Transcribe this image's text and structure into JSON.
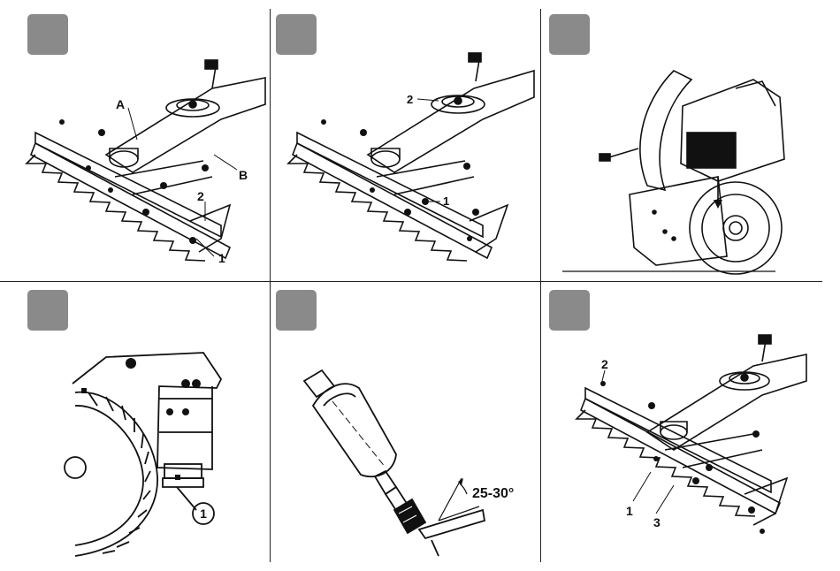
{
  "panels": [
    {
      "callouts": {
        "a": "A",
        "b": "B",
        "n2": "2",
        "n1": "1"
      }
    },
    {
      "callouts": {
        "n2": "2",
        "n1": "1"
      }
    },
    {
      "callouts": {}
    },
    {
      "callouts": {
        "c1": "1"
      }
    },
    {
      "callouts": {
        "angle": "25-30°"
      }
    },
    {
      "callouts": {
        "n2": "2",
        "n1": "1",
        "n3": "3"
      }
    }
  ],
  "colors": {
    "badge": "#8a8a8a",
    "ink": "#111111"
  }
}
